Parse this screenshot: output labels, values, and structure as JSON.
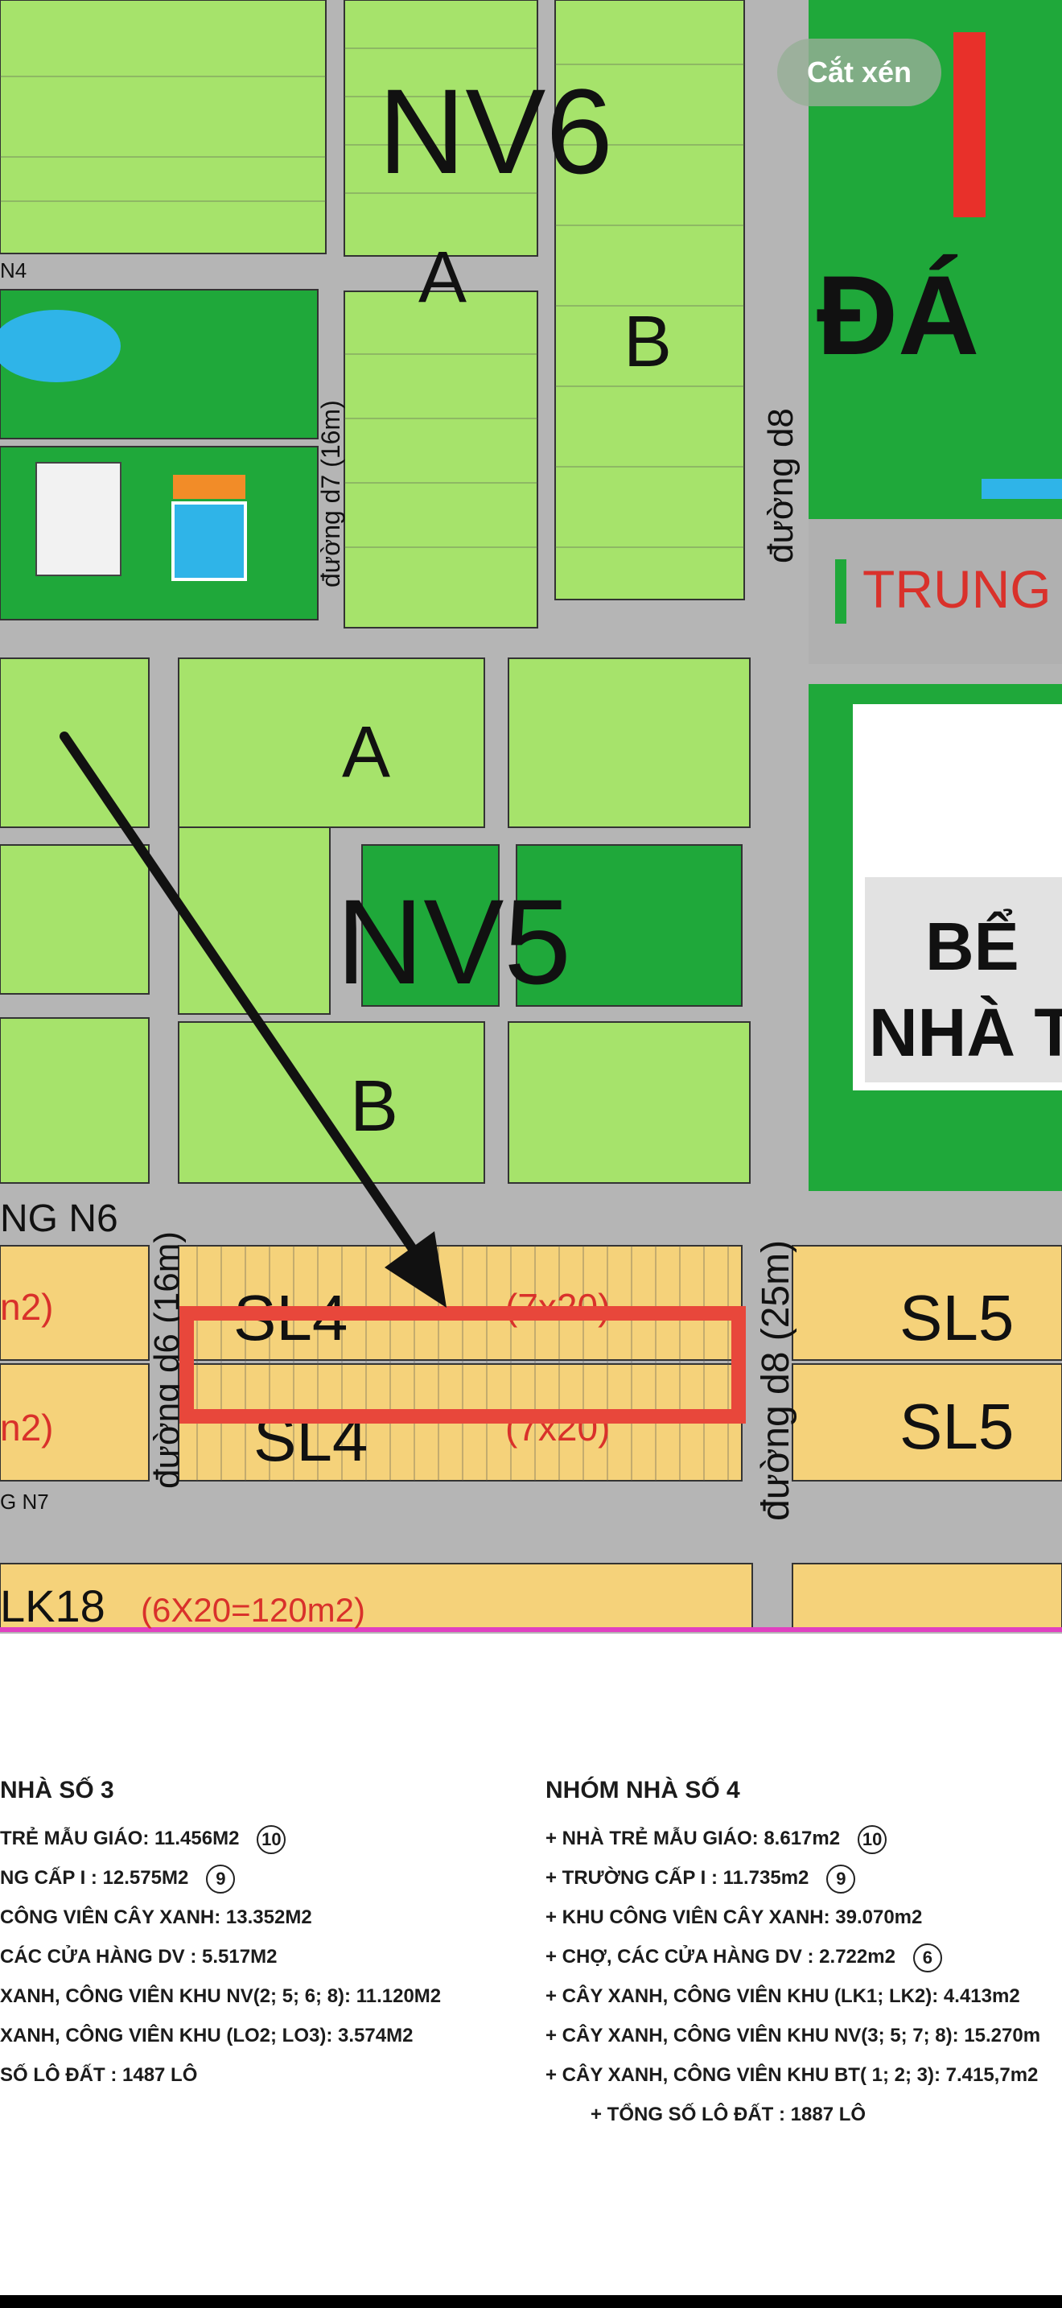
{
  "toolbar": {
    "crop_label": "Cắt xén"
  },
  "map": {
    "big_labels": [
      "NV6",
      "NV5",
      "ĐÁ",
      "TRUNG",
      "BỂ",
      "NHÀ T"
    ],
    "block_letters": [
      "A",
      "B",
      "A",
      "B"
    ],
    "roads": [
      "đường d7 (16m)",
      "đường d8",
      "đường d6 (16m)",
      "đường d8 (25m)",
      "NG N6",
      "N4",
      "G N7"
    ],
    "zones": [
      "SL4",
      "SL4",
      "SL5",
      "SL5",
      "LK18"
    ],
    "zone_notes": [
      "(7x20)",
      "(7x20)",
      "(6X20=120m2)",
      "n2)",
      "n2)"
    ],
    "highlighted_block": "SL4"
  },
  "legend_3": {
    "heading": "NHÀ SỐ 3",
    "lines": [
      {
        "text": "TRẺ MẪU GIÁO: 11.456M2",
        "badge": "10"
      },
      {
        "text": "NG CẤP I : 12.575M2",
        "badge": "9"
      },
      {
        "text": "CÔNG VIÊN CÂY XANH: 13.352M2"
      },
      {
        "text": "CÁC CỬA HÀNG DV : 5.517M2"
      },
      {
        "text": "XANH, CÔNG VIÊN KHU NV(2; 5; 6; 8): 11.120M2"
      },
      {
        "text": "XANH, CÔNG VIÊN KHU (LO2; LO3): 3.574M2"
      },
      {
        "text": "SỐ LÔ ĐẤT : 1487 LÔ"
      }
    ]
  },
  "legend_4": {
    "heading": "NHÓM NHÀ SỐ 4",
    "lines": [
      {
        "text": "+ NHÀ TRẺ MẪU GIÁO: 8.617m2",
        "badge": "10"
      },
      {
        "text": "+ TRƯỜNG CẤP I : 11.735m2",
        "badge": "9"
      },
      {
        "text": "+ KHU CÔNG VIÊN CÂY XANH: 39.070m2"
      },
      {
        "text": "+ CHỢ, CÁC CỬA HÀNG DV : 2.722m2",
        "badge": "6"
      },
      {
        "text": "+ CÂY XANH, CÔNG VIÊN KHU (LK1; LK2): 4.413m2"
      },
      {
        "text": "+ CÂY XANH, CÔNG VIÊN KHU NV(3; 5; 7; 8): 15.270m"
      },
      {
        "text": "+ CÂY XANH, CÔNG VIÊN KHU BT( 1; 2; 3): 7.415,7m2"
      },
      {
        "text": "+ TỔNG SỐ LÔ ĐẤT : 1887 LÔ",
        "indent": true
      }
    ]
  },
  "colors": {
    "lot_green": "#a6e36b",
    "lot_yellow": "#f5d27a",
    "park_green": "#1fa83a",
    "road_gray": "#b0b0b0",
    "highlight_red": "#e8473b",
    "label_red": "#d9312b"
  }
}
